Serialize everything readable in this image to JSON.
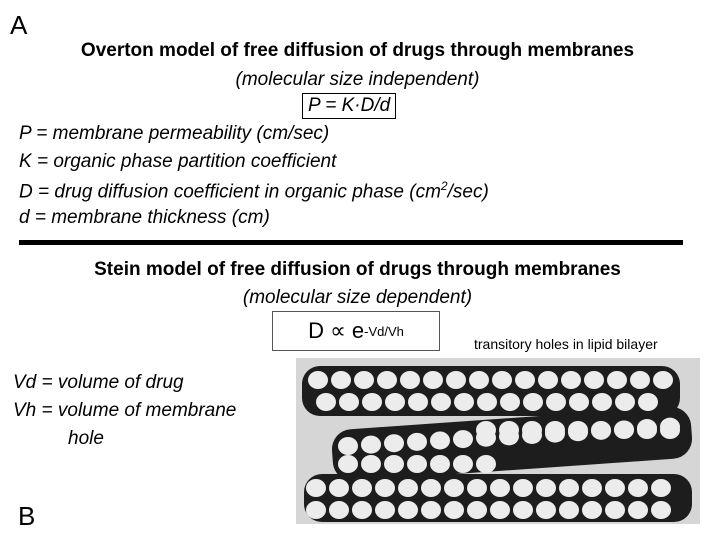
{
  "panel_a_label": "A",
  "panel_b_label": "B",
  "overton": {
    "title": "Overton model of free diffusion of drugs through membranes",
    "subtitle": "(molecular size independent)",
    "formula": "P = K·D/d",
    "definitions": [
      "P = membrane permeability (cm/sec)",
      "K = organic phase partition coefficient",
      "D = drug diffusion coefficient in organic phase (cm",
      "d = membrane thickness (cm)"
    ],
    "d_def_sup": "2",
    "d_def_tail": "/sec)"
  },
  "stein": {
    "title": "Stein model of free diffusion of drugs through membranes",
    "subtitle": "(molecular size dependent)",
    "formula_base": "D ∝ e",
    "formula_exp": "-Vd/Vh",
    "definitions": [
      "Vd = volume of drug",
      "Vh = volume of membrane",
      "hole"
    ]
  },
  "photo_caption": "transitory holes in lipid bilayer"
}
